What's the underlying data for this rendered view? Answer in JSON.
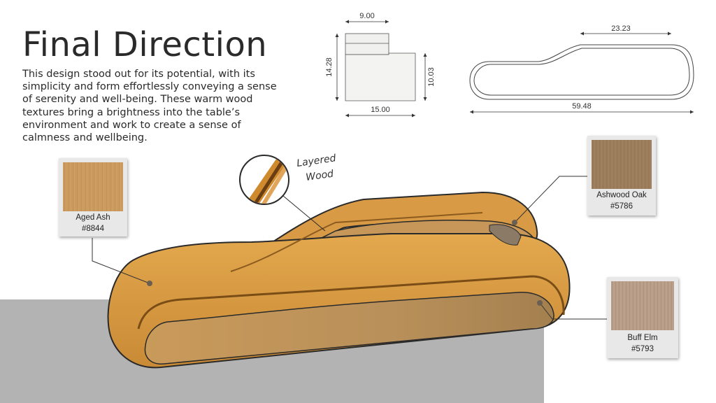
{
  "heading": {
    "title": "Final Direction",
    "description": "This design stood out for its potential, with its simplicity and form effortlessly conveying a sense of serenity and well-being. These warm wood textures bring a brightness into the table’s environment and work to create a sense of calmness and wellbeing."
  },
  "side_drawing": {
    "top_width": "9.00",
    "height": "14.28",
    "inner_height": "10.03",
    "bottom_width": "15.00"
  },
  "top_drawing": {
    "top_length": "23.23",
    "overall_length": "59.48"
  },
  "annotation": {
    "line1": "Layered",
    "line2": "Wood"
  },
  "swatches": [
    {
      "name": "Aged Ash",
      "code": "#8844",
      "color": "#c9965a"
    },
    {
      "name": "Ashwood Oak",
      "code": "#5786",
      "color": "#9a7b5a"
    },
    {
      "name": "Buff Elm",
      "code": "#5793",
      "color": "#b59b84"
    }
  ],
  "colors": {
    "wood_main": "#d99a45",
    "wood_dark": "#9c6420",
    "inner": "#b78a4c",
    "floor": "#b3b3b3"
  }
}
